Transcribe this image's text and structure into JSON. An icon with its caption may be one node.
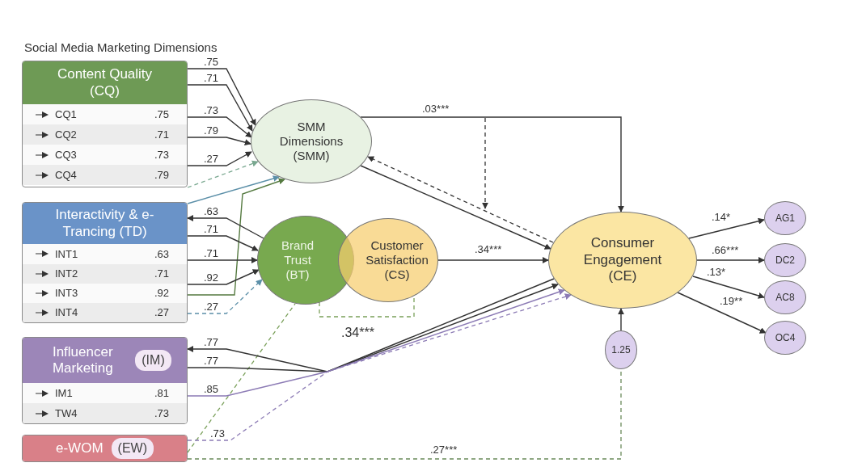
{
  "diagram": {
    "title": "Social Media Marketing Dimensions",
    "nodes": [
      {
        "text": [
          "Content Quality (CQ)",
          "CQ1",
          ".75",
          "CQ2",
          ".71",
          "CQ3",
          ".73",
          "CQ4",
          ".79"
        ]
      },
      {
        "text": [
          "Interactivity & e-Trancing (TD)",
          "INT1",
          ".63",
          "INT2",
          ".71",
          "INT3",
          ".92",
          "INT4",
          ".27"
        ]
      },
      {
        "text": [
          "Influencer Marketing",
          "(IM)",
          "IM1",
          ".81",
          "TW4",
          ".73"
        ]
      },
      {
        "text": [
          "e-WOM",
          "(EW)"
        ]
      },
      {
        "text": [
          "SMM Dimensions",
          "(SMM)"
        ]
      },
      {
        "text": [
          "Brand Trust",
          "(BT)"
        ]
      },
      {
        "text": [
          "Customer Satisfaction",
          "(CS)"
        ]
      },
      {
        "text": [
          "Consumer Engagement",
          "(CE)"
        ]
      },
      {
        "text": [
          "AG1"
        ]
      },
      {
        "text": [
          "DC2"
        ]
      },
      {
        "text": [
          "AC8"
        ]
      },
      {
        "text": [
          "OC4"
        ]
      },
      {
        "text": [
          "1.25"
        ]
      }
    ],
    "edges": [
      {
        "from": 0,
        "to": 4,
        "arrow": "to",
        "label": ".75"
      },
      {
        "from": 0,
        "to": 4,
        "arrow": "to",
        "label": ".71"
      },
      {
        "from": 0,
        "to": 4,
        "arrow": "to",
        "label": ".73"
      },
      {
        "from": 0,
        "to": 4,
        "arrow": "to",
        "label": ".79"
      },
      {
        "from": 0,
        "to": 4,
        "arrow": "to",
        "label": ".27"
      },
      {
        "from": 0,
        "to": 4,
        "arrow": "to",
        "style": "dashed",
        "color": "#7aa890"
      },
      {
        "from": 1,
        "to": 4,
        "arrow": "to",
        "color": "#5b8fa8"
      },
      {
        "from": 1,
        "to": 4,
        "arrow": "to",
        "color": "#557a40"
      },
      {
        "from": 5,
        "to": 1,
        "arrow": "to",
        "label": ".63"
      },
      {
        "from": 1,
        "to": 5,
        "arrow": "to",
        "label": ".71"
      },
      {
        "from": 1,
        "to": 5,
        "arrow": "to",
        "label": ".71"
      },
      {
        "from": 1,
        "to": 5,
        "arrow": "to",
        "label": ".92"
      },
      {
        "from": 1,
        "to": 5,
        "arrow": "to",
        "label": ".27",
        "style": "dashed",
        "color": "#5b8fa8"
      },
      {
        "from": 3,
        "to": 5,
        "arrow": "none",
        "style": "dashed",
        "color": "#7aa05a"
      },
      {
        "from": 7,
        "to": 2,
        "arrow": "to",
        "label": ".77"
      },
      {
        "from": 2,
        "to": 7,
        "arrow": "to",
        "label": ".77"
      },
      {
        "from": 2,
        "to": 7,
        "arrow": "to",
        "label": ".85",
        "color": "#8c7bb5"
      },
      {
        "from": 3,
        "to": 7,
        "arrow": "to",
        "label": ".73",
        "style": "dashed",
        "color": "#8c7bb5"
      },
      {
        "from": 3,
        "to": 12,
        "arrow": "none",
        "label": ".27***",
        "style": "dashed",
        "color": "#6a8a5a"
      },
      {
        "from": 12,
        "to": 7,
        "arrow": "to"
      },
      {
        "from": 4,
        "to": 7,
        "arrow": "to",
        "label": ".03***"
      },
      {
        "from": 7,
        "to": 4,
        "arrow": "to",
        "style": "dashed"
      },
      {
        "from": 4,
        "to": 7,
        "arrow": "to"
      },
      {
        "from": 6,
        "to": 7,
        "arrow": "to",
        "label": ".34***"
      },
      {
        "from": 5,
        "to": 6,
        "arrow": "none",
        "style": "dashed",
        "color": "#7aa05a"
      },
      {
        "from": 7,
        "to": 8,
        "arrow": "to",
        "label": ".14*"
      },
      {
        "from": 7,
        "to": 9,
        "arrow": "to",
        "label": ".66***"
      },
      {
        "from": 7,
        "to": 10,
        "arrow": "to",
        "label": ".13*"
      },
      {
        "from": 7,
        "to": 11,
        "arrow": "to",
        "label": ".19**"
      }
    ],
    "labels": [
      ".34***"
    ]
  }
}
